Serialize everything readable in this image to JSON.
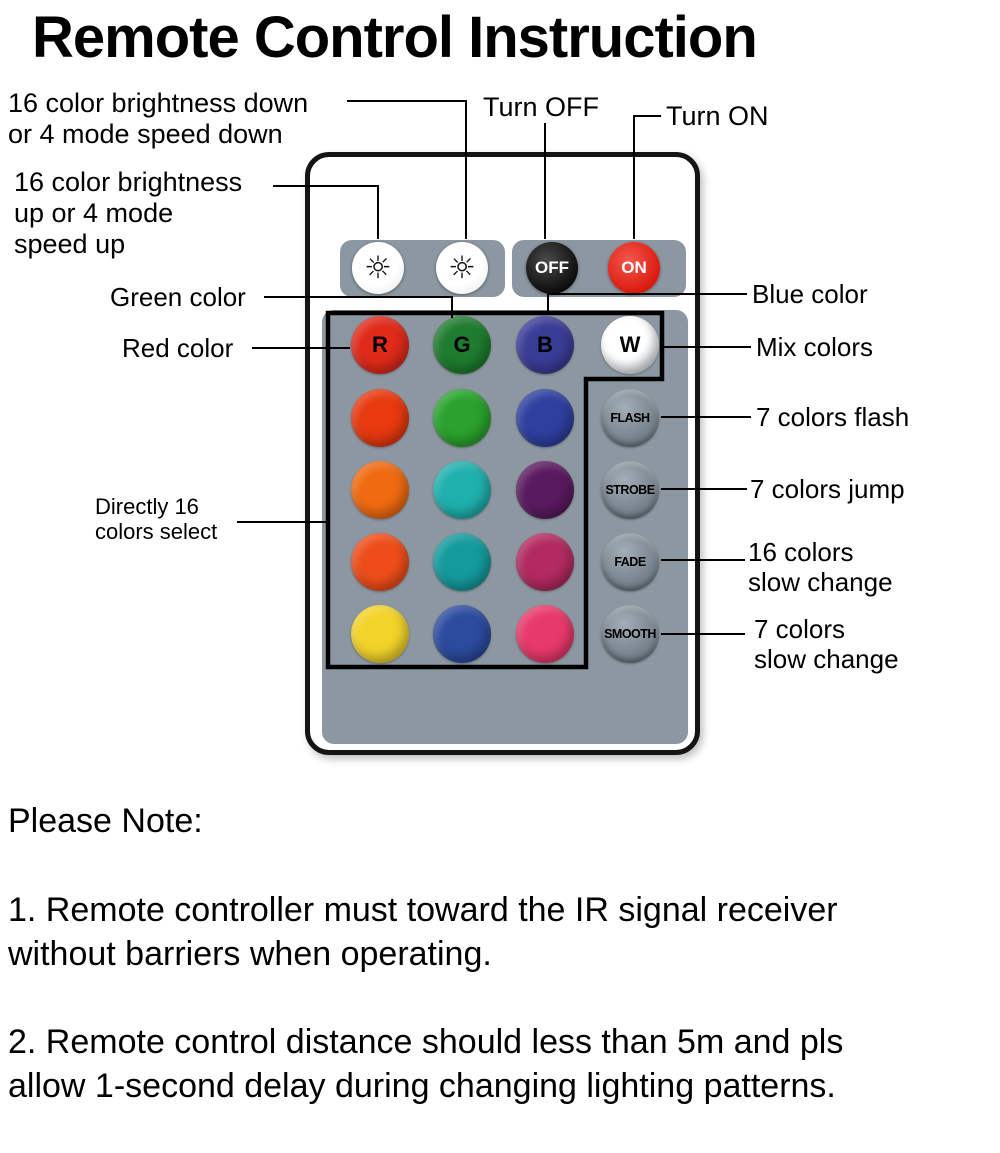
{
  "title": "Remote Control Instruction",
  "labels": {
    "brightness_down": "16 color brightness down\nor 4 mode speed down",
    "brightness_up": "16 color brightness\nup or 4 mode\nspeed up",
    "turn_off": "Turn OFF",
    "turn_on": "Turn ON",
    "green": "Green color",
    "red": "Red color",
    "blue": "Blue color",
    "mix": "Mix colors",
    "flash": "7 colors flash",
    "jump": "7 colors jump",
    "fade": "16 colors\nslow change",
    "smooth": "7 colors\nslow change",
    "select": "Directly 16\ncolors select"
  },
  "remote": {
    "top_buttons": [
      {
        "name": "brightness-up-button",
        "icon": "sun-icon",
        "glyph": "☼"
      },
      {
        "name": "brightness-down-button",
        "icon": "sun-icon",
        "glyph": "☼"
      },
      {
        "name": "off-button",
        "label": "OFF"
      },
      {
        "name": "on-button",
        "label": "ON"
      }
    ],
    "grid": {
      "rows": [
        {
          "buttons": [
            {
              "color": "#e02a1a",
              "label": "R"
            },
            {
              "color": "#1e7c2f",
              "label": "G"
            },
            {
              "color": "#3a3d96",
              "label": "B"
            },
            {
              "color": "#ffffff",
              "label": "W"
            }
          ]
        },
        {
          "buttons": [
            {
              "color": "#e8390f"
            },
            {
              "color": "#2aa22d"
            },
            {
              "color": "#2e3f9f"
            },
            {
              "label": "FLASH",
              "mode": true
            }
          ]
        },
        {
          "buttons": [
            {
              "color": "#ef6a11"
            },
            {
              "color": "#1fb0ad"
            },
            {
              "color": "#5a1a60"
            },
            {
              "label": "STROBE",
              "mode": true
            }
          ]
        },
        {
          "buttons": [
            {
              "color": "#ee4d1a"
            },
            {
              "color": "#149a9d"
            },
            {
              "color": "#b22a60"
            },
            {
              "label": "FADE",
              "mode": true
            }
          ]
        },
        {
          "buttons": [
            {
              "color": "#f2d32a"
            },
            {
              "color": "#2c4b9f"
            },
            {
              "color": "#e8396b"
            },
            {
              "label": "SMOOTH",
              "mode": true
            }
          ]
        }
      ]
    }
  },
  "notes": {
    "heading": "Please Note:",
    "note1": "1. Remote controller must toward the IR signal receiver\nwithout barriers when operating.",
    "note2": "2. Remote control distance should less than 5m and pls\nallow 1-second delay during changing lighting patterns."
  },
  "colors": {
    "panel_gray": "#8d97a1",
    "on_button_red": "#e6251c",
    "outline_black": "#000000"
  }
}
